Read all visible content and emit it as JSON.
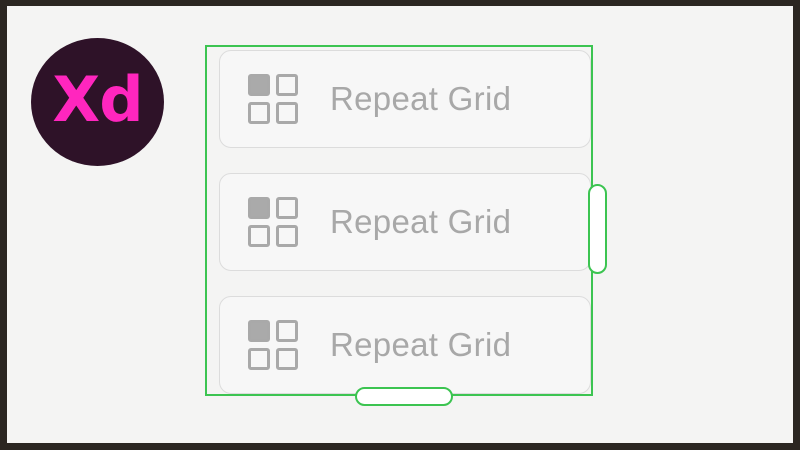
{
  "canvas": {
    "background_color": "#f4f4f3",
    "frame_color": "#2b2621"
  },
  "logo": {
    "name": "adobe-xd-logo",
    "text": "Xd",
    "circle_color": "#2e1228",
    "text_color": "#ff26be"
  },
  "selection": {
    "name": "repeat-grid-selection",
    "stroke_color": "#3cc451",
    "handles": [
      {
        "name": "resize-handle-right",
        "orientation": "vertical"
      },
      {
        "name": "resize-handle-bottom",
        "orientation": "horizontal"
      }
    ]
  },
  "cards": [
    {
      "label": "Repeat Grid",
      "icon": "grid-2x2-icon",
      "squares": [
        "filled",
        "outline",
        "outline",
        "outline"
      ]
    },
    {
      "label": "Repeat Grid",
      "icon": "grid-2x2-icon",
      "squares": [
        "filled",
        "outline",
        "outline",
        "outline"
      ]
    },
    {
      "label": "Repeat Grid",
      "icon": "grid-2x2-icon",
      "squares": [
        "filled",
        "outline",
        "outline",
        "outline"
      ]
    }
  ],
  "colors": {
    "card_fill": "#f7f7f7",
    "card_border": "#dcdcdc",
    "icon_gray": "#a9a9a9",
    "label_gray": "#a8a8a8",
    "accent_green": "#3cc451"
  }
}
